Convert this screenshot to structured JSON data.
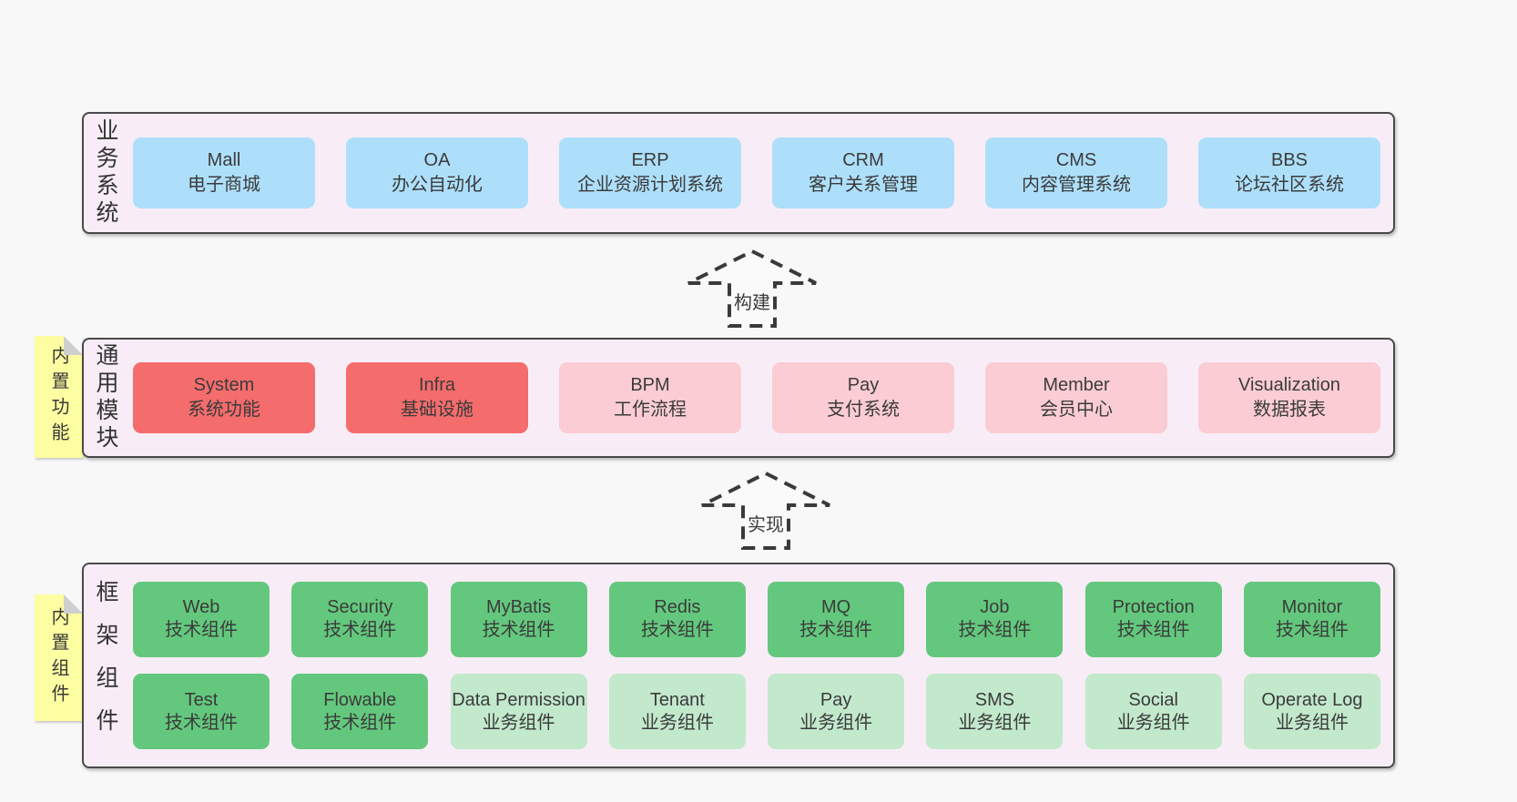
{
  "colors": {
    "canvas_bg": "#f8f8f8",
    "panel_bg": "#f8edf6",
    "panel_border": "#4a4a4a",
    "blue_box": "#aedffa",
    "red_box": "#f56c6c",
    "pink_box": "#fbccd4",
    "green_box": "#63c87d",
    "light_green_box": "#c2e9cc",
    "note_yellow": "#fdfda1",
    "text": "#3b3b3b"
  },
  "layers": {
    "business": {
      "label": "业务系统",
      "boxes": [
        {
          "name": "Mall",
          "desc": "电子商城"
        },
        {
          "name": "OA",
          "desc": "办公自动化"
        },
        {
          "name": "ERP",
          "desc": "企业资源计划系统"
        },
        {
          "name": "CRM",
          "desc": "客户关系管理"
        },
        {
          "name": "CMS",
          "desc": "内容管理系统"
        },
        {
          "name": "BBS",
          "desc": "论坛社区系统"
        }
      ]
    },
    "modules": {
      "label": "通用模块",
      "note": "内置功能",
      "boxes": [
        {
          "name": "System",
          "desc": "系统功能"
        },
        {
          "name": "Infra",
          "desc": "基础设施"
        },
        {
          "name": "BPM",
          "desc": "工作流程"
        },
        {
          "name": "Pay",
          "desc": "支付系统"
        },
        {
          "name": "Member",
          "desc": "会员中心"
        },
        {
          "name": "Visualization",
          "desc": "数据报表"
        }
      ]
    },
    "framework": {
      "label": "框架组件",
      "note": "内置组件",
      "row1": [
        {
          "name": "Web",
          "desc": "技术组件"
        },
        {
          "name": "Security",
          "desc": "技术组件"
        },
        {
          "name": "MyBatis",
          "desc": "技术组件"
        },
        {
          "name": "Redis",
          "desc": "技术组件"
        },
        {
          "name": "MQ",
          "desc": "技术组件"
        },
        {
          "name": "Job",
          "desc": "技术组件"
        },
        {
          "name": "Protection",
          "desc": "技术组件"
        },
        {
          "name": "Monitor",
          "desc": "技术组件"
        }
      ],
      "row2": [
        {
          "name": "Test",
          "desc": "技术组件"
        },
        {
          "name": "Flowable",
          "desc": "技术组件"
        },
        {
          "name": "Data Permission",
          "desc": "业务组件"
        },
        {
          "name": "Tenant",
          "desc": "业务组件"
        },
        {
          "name": "Pay",
          "desc": "业务组件"
        },
        {
          "name": "SMS",
          "desc": "业务组件"
        },
        {
          "name": "Social",
          "desc": "业务组件"
        },
        {
          "name": "Operate Log",
          "desc": "业务组件"
        }
      ]
    }
  },
  "arrows": {
    "build": "构建",
    "implement": "实现"
  }
}
